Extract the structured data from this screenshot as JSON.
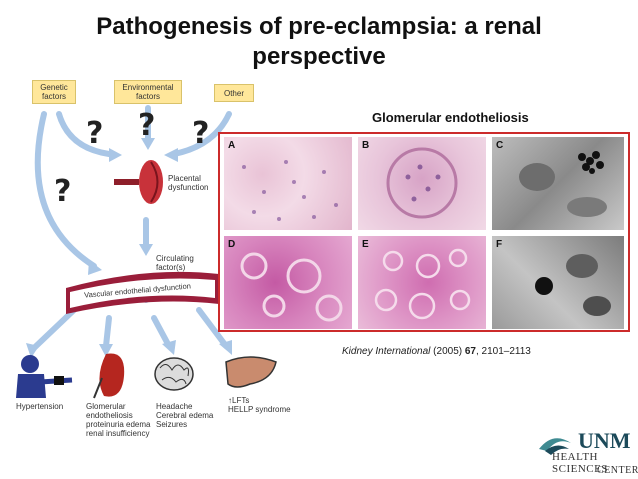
{
  "slide": {
    "title_line1": "Pathogenesis of pre-eclampsia: a renal",
    "title_line2": "perspective"
  },
  "diagram": {
    "factors": [
      {
        "label": "Genetic\nfactors"
      },
      {
        "label": "Environmental\nfactors"
      },
      {
        "label": "Other"
      }
    ],
    "question_mark": "?",
    "placental": "Placental\ndysfunction",
    "circulating": "Circulating\nfactor(s)",
    "vascular": "Vascular endothelial dysfunction",
    "outcomes": [
      {
        "label": "Hypertension",
        "icon": "person-bp-cuff-icon"
      },
      {
        "label": "Glomerular\nendotheliosis\nproteinuria edema\nrenal insufficiency",
        "icon": "kidney-icon"
      },
      {
        "label": "Headache\nCerebral edema\nSeizures",
        "icon": "brain-icon"
      },
      {
        "label": "↑LFTs\nHELLP syndrome",
        "icon": "liver-icon"
      }
    ],
    "colors": {
      "arrow": "#a9c6e6",
      "box": "#ffe79a",
      "vessel": "#9a1e3a",
      "kidney": "#b5261f"
    }
  },
  "micrograph": {
    "title": "Glomerular endotheliosis",
    "panels": [
      "A",
      "B",
      "C",
      "D",
      "E",
      "F"
    ],
    "citation_journal": "Kidney International",
    "citation_year": " (2005) ",
    "citation_volume": "67",
    "citation_pages": ", 2101–2113",
    "border_color": "#cc2b2b"
  },
  "logo": {
    "name": "UNM",
    "sub1": "HEALTH SCIENCES",
    "sub2": "CENTER",
    "color": "#1c4a5a"
  }
}
